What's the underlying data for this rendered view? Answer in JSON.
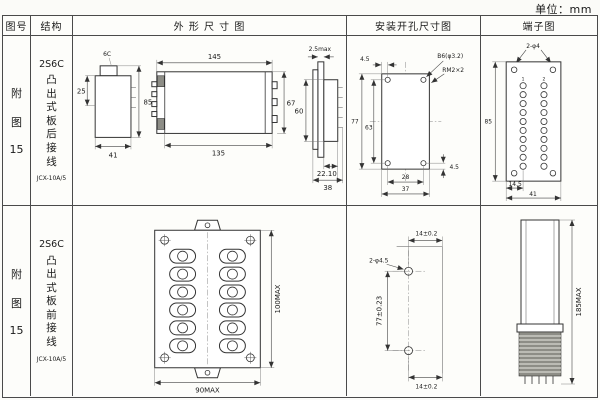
{
  "unit_label": "单位：mm",
  "headers": {
    "fig_no": "图号",
    "structure": "结构",
    "outline": "外 形 尺 寸 图",
    "install": "安装开孔尺寸图",
    "terminal": "端子图"
  },
  "row1": {
    "fig": [
      "附",
      "图",
      "15"
    ],
    "model": "2S6C",
    "structure": [
      "凸",
      "出",
      "式",
      "板",
      "后",
      "接",
      "线"
    ],
    "product": "JCX-10A/5",
    "outline": {
      "top_label": "6C",
      "depth_front": "25",
      "height": "85",
      "depth": "41",
      "width_total": "145",
      "width_body": "135",
      "height_flange": "67",
      "height_body": "60",
      "panel_thickness": "2.5max",
      "depth_rear": "22.10",
      "depth_rear_total": "38"
    },
    "install": {
      "edge_top": "4.5",
      "hole_spec": "B6(φ3.2)",
      "screw_spec": "RM2×2",
      "height_outer": "77",
      "height_inner": "63",
      "width_inner": "28",
      "width_outer": "37",
      "edge_right": "4.5"
    },
    "terminal": {
      "hole_spec": "2-φ4",
      "height": "85",
      "pitch": "14.5",
      "width": "41",
      "col1": "1",
      "col2": "2"
    }
  },
  "row2": {
    "fig": [
      "附",
      "图",
      "15"
    ],
    "model": "2S6C",
    "structure": [
      "凸",
      "出",
      "式",
      "板",
      "前",
      "接",
      "线"
    ],
    "product": "JCX-10A/5",
    "outline": {
      "height": "100MAX",
      "width": "90MAX"
    },
    "install": {
      "offset_top": "14±0.2",
      "hole_spec": "2-φ4.5",
      "spacing": "77±0.23",
      "offset_bottom": "14±0.2"
    },
    "terminal": {
      "height": "185MAX"
    }
  }
}
